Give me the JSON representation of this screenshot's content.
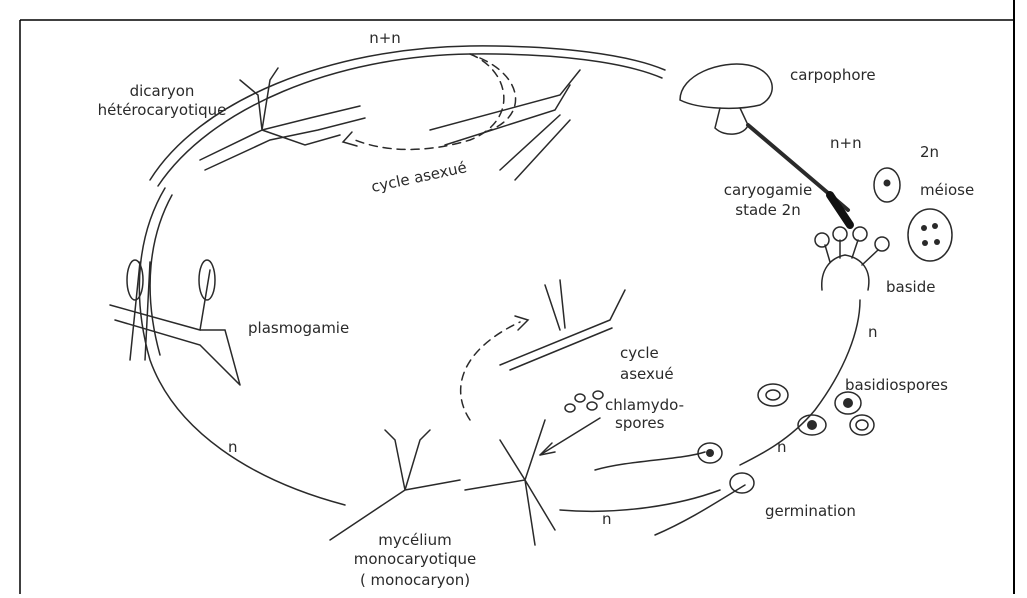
{
  "diagram": {
    "labels": {
      "dicaryon_line1": "dicaryon",
      "dicaryon_line2": "hétérocaryotique",
      "ploidy_top": "n+n",
      "cycle_asexue_top": "cycle asexué",
      "carpophore": "carpophore",
      "ploidy_stalk": "n+n",
      "ploidy_2n": "2n",
      "meiose": "méiose",
      "caryogamie_line1": "caryogamie",
      "caryogamie_line2": "stade 2n",
      "baside": "baside",
      "ploidy_right": "n",
      "plasmogamie": "plasmogamie",
      "cycle_asexue_inner_line1": "cycle",
      "cycle_asexue_inner_line2": "asexué",
      "basidiospores": "basidiospores",
      "chlamydospores_line1": "chlamydo-",
      "chlamydospores_line2": "spores",
      "ploidy_left": "n",
      "ploidy_spores": "n",
      "ploidy_bottom": "n",
      "germination": "germination",
      "mycelium_line1": "mycélium",
      "mycelium_line2": "monocaryotique",
      "mycelium_line3": "( monocaryon)"
    },
    "colors": {
      "ink": "#2a2a2a",
      "paper": "#ffffff",
      "frame": "#000000"
    }
  }
}
